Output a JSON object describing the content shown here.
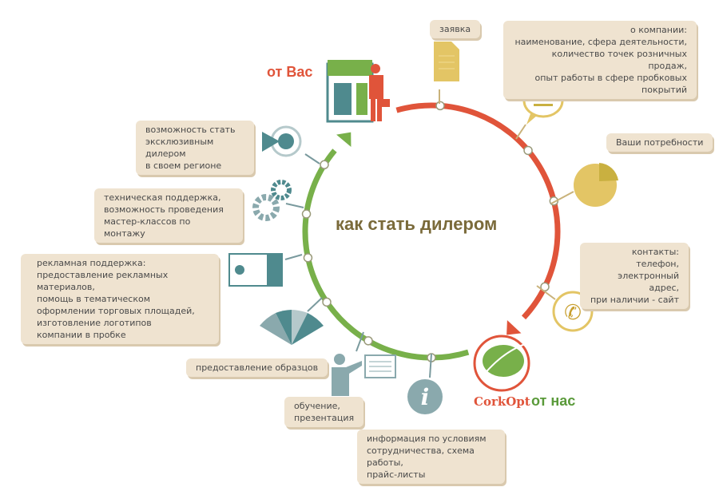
{
  "title": "как стать дилером",
  "from_you": "от Вас",
  "from_us": "от нас",
  "brand": "CorkOpt",
  "colors": {
    "red": "#e0543a",
    "green": "#78b04a",
    "box": "#efe3d0",
    "teal": "#4f8a8e",
    "gold": "#e3c565"
  },
  "items": [
    {
      "text": "заявка"
    },
    {
      "text": "о компании:\nнаименование, сфера деятельности,\nколичество точек розничных продаж,\nопыт работы в сфере пробковых покрытий"
    },
    {
      "text": "Ваши потребности"
    },
    {
      "text": "контакты: телефон,\nэлектронный адрес,\nпри наличии - сайт"
    },
    {
      "text": "информация по условиям\nсотрудничества, схема работы,\nпрайс-листы"
    },
    {
      "text": "обучение,\nпрезентация"
    },
    {
      "text": "предоставление образцов"
    },
    {
      "text": "рекламная поддержка:\nпредоставление рекламных материалов,\nпомощь в тематическом\nоформлении торговых площадей,\nизготовление логотипов\nкомпании в пробке"
    },
    {
      "text": "техническая поддержка,\nвозможность проведения\nмастер-классов по монтажу"
    },
    {
      "text": "возможность стать\nэксклюзивным дилером\nв своем регионе"
    }
  ]
}
